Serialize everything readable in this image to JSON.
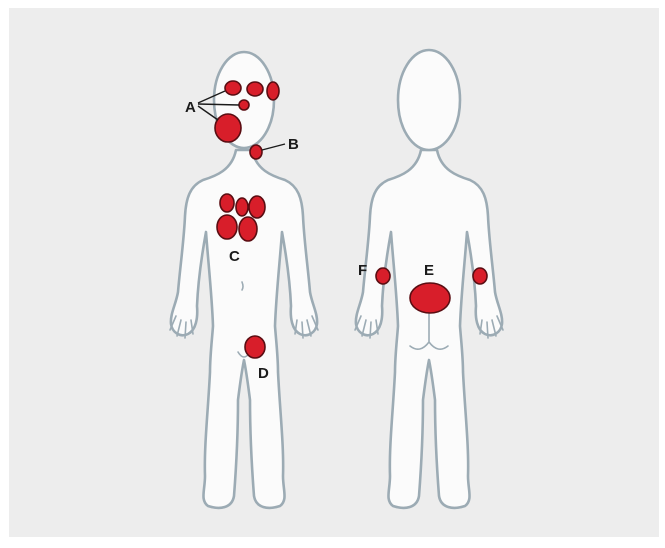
{
  "labels": {
    "a": "A",
    "b": "B",
    "c": "C",
    "d": "D",
    "e": "E",
    "f": "F"
  },
  "colors": {
    "background": "#ededed",
    "body_fill": "#fbfbfb",
    "body_outline": "#9cabb4",
    "spot": "#d81e2a",
    "spot_outline": "#5a0d12",
    "label_text": "#1b1b1b"
  }
}
